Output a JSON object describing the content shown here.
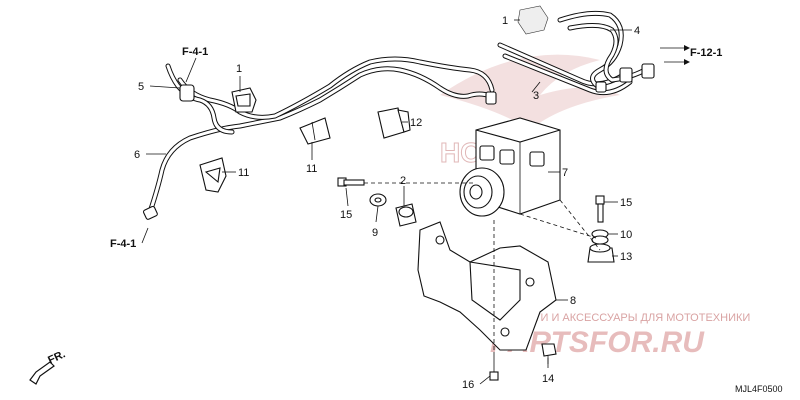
{
  "callouts": [
    {
      "id": "1a",
      "text": "1"
    },
    {
      "id": "1b",
      "text": "1"
    },
    {
      "id": "2",
      "text": "2"
    },
    {
      "id": "3",
      "text": "3"
    },
    {
      "id": "4",
      "text": "4"
    },
    {
      "id": "5",
      "text": "5"
    },
    {
      "id": "6",
      "text": "6"
    },
    {
      "id": "7",
      "text": "7"
    },
    {
      "id": "8",
      "text": "8"
    },
    {
      "id": "9",
      "text": "9"
    },
    {
      "id": "10",
      "text": "10"
    },
    {
      "id": "11a",
      "text": "11"
    },
    {
      "id": "11b",
      "text": "11"
    },
    {
      "id": "12",
      "text": "12"
    },
    {
      "id": "13",
      "text": "13"
    },
    {
      "id": "14",
      "text": "14"
    },
    {
      "id": "15a",
      "text": "15"
    },
    {
      "id": "15b",
      "text": "15"
    },
    {
      "id": "16",
      "text": "16"
    }
  ],
  "references": {
    "top_left": "F-4-1",
    "bottom_left": "F-4-1",
    "right": "F-12-1"
  },
  "front_indicator": "FR.",
  "diagram_code": "MJL4F0500",
  "watermark": {
    "line1": "ЗАПЧАСТИ И АКСЕССУАРЫ ДЛЯ МОТОТЕХНИКИ",
    "line2": "PARTSFOR.RU",
    "brand": "HONDA"
  },
  "colors": {
    "ink": "#111111",
    "watermark": "#e7bcbc"
  }
}
